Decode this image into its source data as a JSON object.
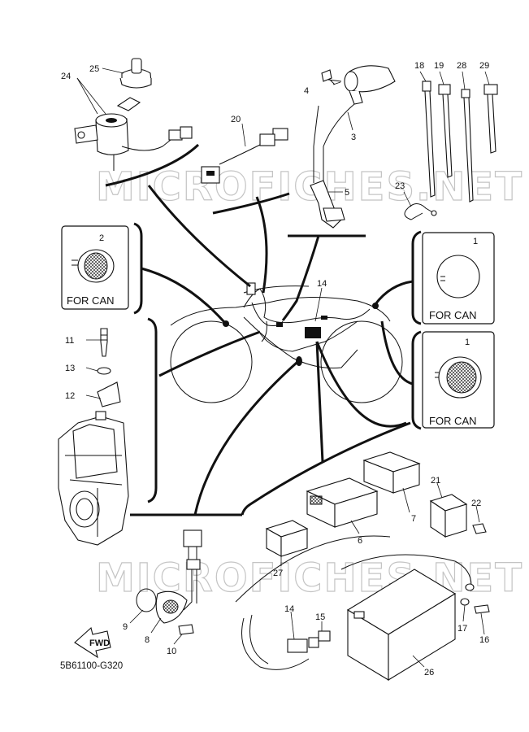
{
  "parts": [
    {
      "id": "p1a",
      "label": "1"
    },
    {
      "id": "p1b",
      "label": "1"
    },
    {
      "id": "p2",
      "label": "2"
    },
    {
      "id": "p3",
      "label": "3"
    },
    {
      "id": "p4",
      "label": "4"
    },
    {
      "id": "p5",
      "label": "5"
    },
    {
      "id": "p6",
      "label": "6"
    },
    {
      "id": "p7",
      "label": "7"
    },
    {
      "id": "p8",
      "label": "8"
    },
    {
      "id": "p9",
      "label": "9"
    },
    {
      "id": "p10",
      "label": "10"
    },
    {
      "id": "p11",
      "label": "11"
    },
    {
      "id": "p12",
      "label": "12"
    },
    {
      "id": "p13",
      "label": "13"
    },
    {
      "id": "p14a",
      "label": "14"
    },
    {
      "id": "p14b",
      "label": "14"
    },
    {
      "id": "p15",
      "label": "15"
    },
    {
      "id": "p16",
      "label": "16"
    },
    {
      "id": "p17",
      "label": "17"
    },
    {
      "id": "p18",
      "label": "18"
    },
    {
      "id": "p19",
      "label": "19"
    },
    {
      "id": "p20",
      "label": "20"
    },
    {
      "id": "p21",
      "label": "21"
    },
    {
      "id": "p22",
      "label": "22"
    },
    {
      "id": "p23",
      "label": "23"
    },
    {
      "id": "p24",
      "label": "24"
    },
    {
      "id": "p25",
      "label": "25"
    },
    {
      "id": "p26",
      "label": "26"
    },
    {
      "id": "p27",
      "label": "27"
    },
    {
      "id": "p28",
      "label": "28"
    },
    {
      "id": "p29",
      "label": "29"
    }
  ],
  "callouts": {
    "can_left": "FOR CAN",
    "can_right_top": "FOR CAN",
    "can_right_bottom": "FOR CAN"
  },
  "arrow_label": "FWD",
  "drawing_code": "5B61100-G320",
  "watermarks": {
    "top": "MICROFICHES.NET",
    "bottom": "MICROFICHES.NET"
  }
}
